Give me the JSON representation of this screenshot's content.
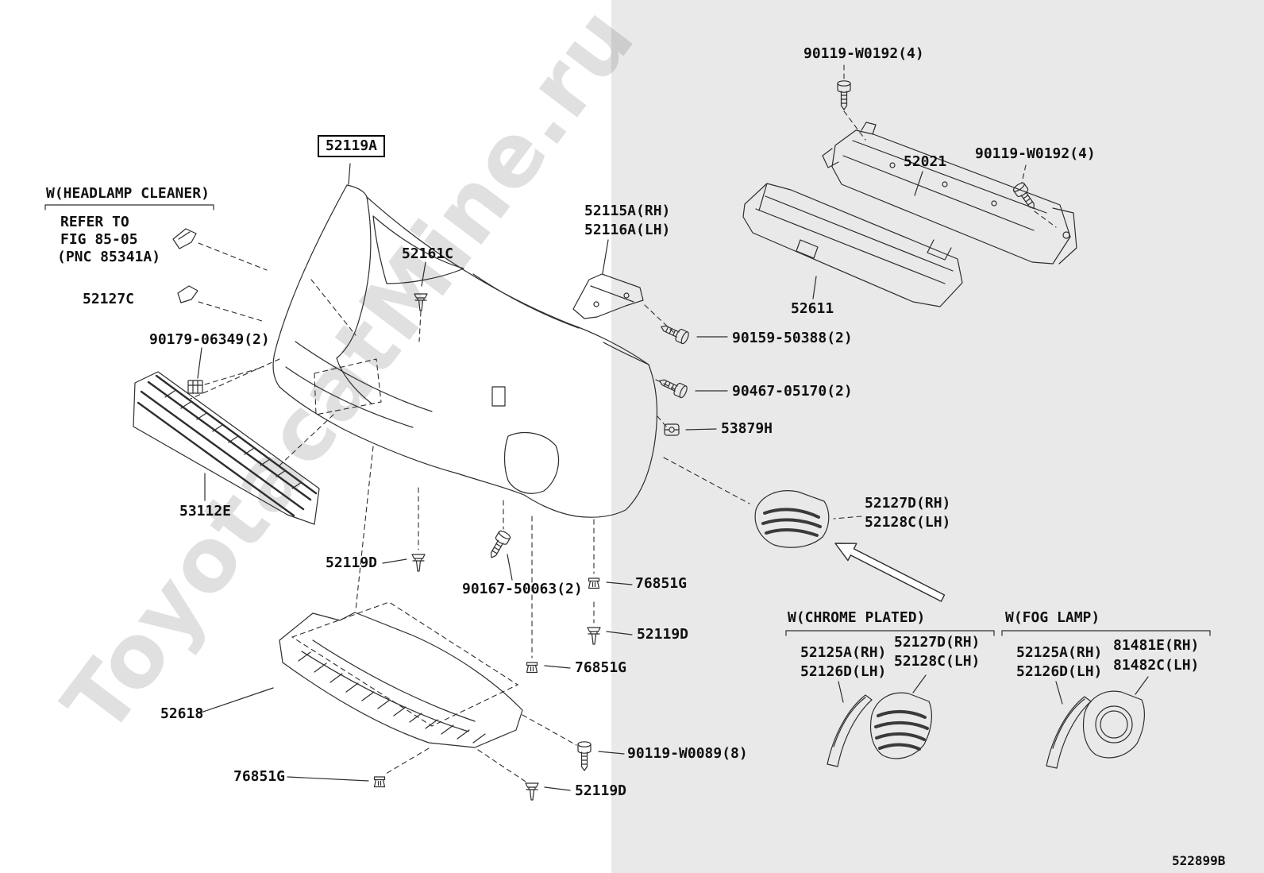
{
  "meta": {
    "diagram_code": "522899B",
    "watermark": "ToyotacatMine.ru"
  },
  "colors": {
    "panel_background": "#e9e9e9",
    "line": "#2e2e2e",
    "text": "#101010",
    "background": "#ffffff"
  },
  "notes": {
    "headlamp_cleaner": "W(HEADLAMP CLEANER)",
    "refer1": "REFER TO",
    "refer2": "FIG 85-05",
    "refer3": "(PNC 85341A)",
    "chrome_plated": "W(CHROME PLATED)",
    "fog_lamp": "W(FOG LAMP)"
  },
  "parts": {
    "p52119a": "52119A",
    "p52021": "52021",
    "p52611": "52611",
    "p52161c": "52161C",
    "p52115a": "52115A(RH)",
    "p52116a": "52116A(LH)",
    "p52127c": "52127C",
    "p53112e": "53112E",
    "p52618": "52618",
    "p52119d": "52119D",
    "p76851g": "76851G",
    "p53879h": "53879H",
    "p52127d": "52127D(RH)",
    "p52128c": "52128C(LH)",
    "p52125a": "52125A(RH)",
    "p52126d": "52126D(LH)",
    "p81481e": "81481E(RH)",
    "p81482c": "81482C(LH)"
  },
  "fasteners": {
    "w0192": "90119-W0192(4)",
    "w0089": "90119-W0089(8)",
    "b90179": "90179-06349(2)",
    "b90159": "90159-50388(2)",
    "b90467": "90467-05170(2)",
    "b90167": "90167-50063(2)"
  }
}
